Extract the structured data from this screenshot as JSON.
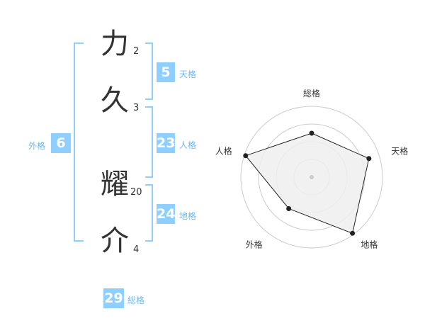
{
  "characters": [
    {
      "char": "力",
      "strokes": "2"
    },
    {
      "char": "久",
      "strokes": "3"
    },
    {
      "char": "耀",
      "strokes": "20"
    },
    {
      "char": "介",
      "strokes": "4"
    }
  ],
  "tenkaku": {
    "value": "5",
    "label": "天格"
  },
  "jinkaku": {
    "value": "23",
    "label": "人格"
  },
  "chikaku": {
    "value": "24",
    "label": "地格"
  },
  "gaikaku": {
    "value": "6",
    "label": "外格"
  },
  "soukaku": {
    "value": "29",
    "label": "総格"
  },
  "colors": {
    "accent": "#8ecfff",
    "label": "#6cb8ef",
    "radar_fill": "#eeeeee",
    "ring": "#cccccc"
  },
  "chart_data": {
    "type": "radar",
    "axes": [
      "総格",
      "天格",
      "地格",
      "外格",
      "人格"
    ],
    "values": [
      0.62,
      0.85,
      0.98,
      0.55,
      0.98
    ],
    "rings": 4,
    "grid": true
  }
}
